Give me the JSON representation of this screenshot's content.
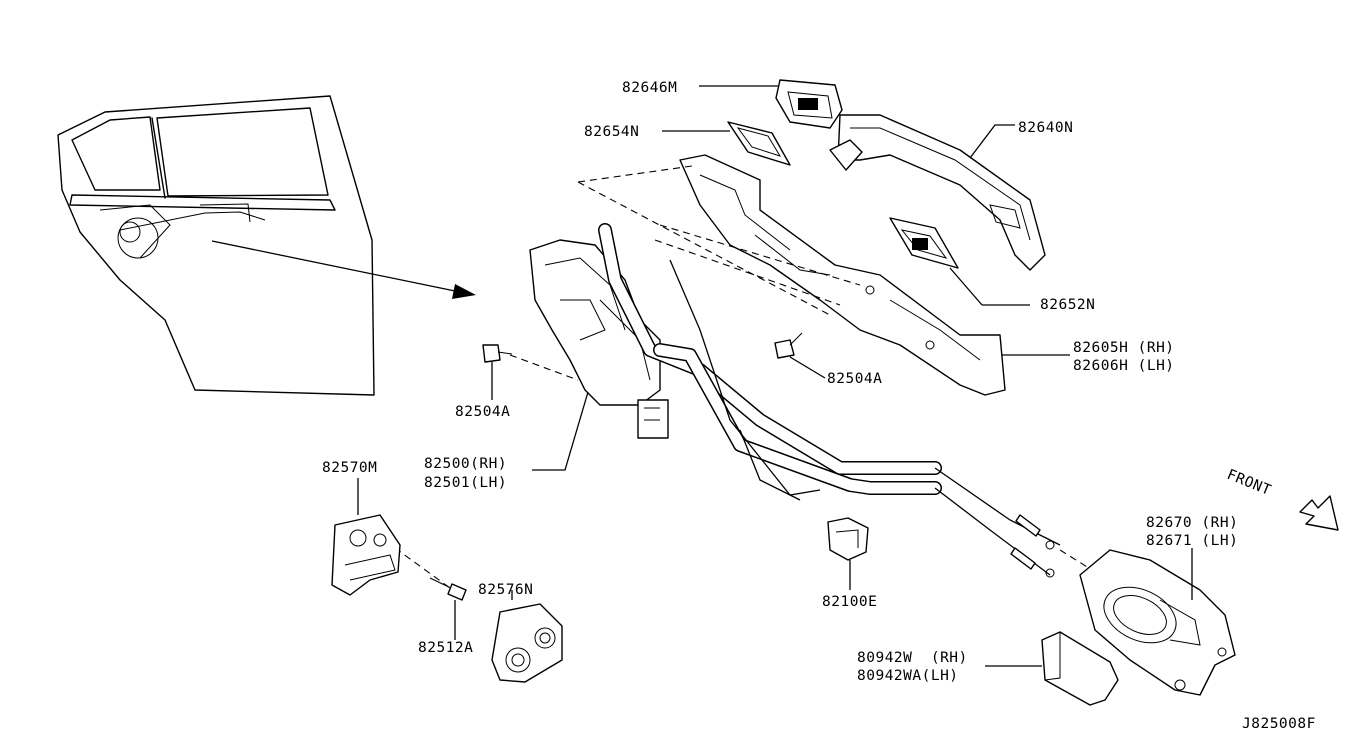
{
  "diagram": {
    "reference_code": "J825008F",
    "direction_label": "FRONT",
    "parts": {
      "outside_handle_escutcheon": "82646M",
      "handle_gasket_front": "82654N",
      "outside_handle_grip": "82640N",
      "handle_gasket_rear": "82652N",
      "handle_bracket_rh": "82605H (RH)",
      "handle_bracket_lh": "82606H (LH)",
      "screw_bracket": "82504A",
      "screw_lock": "82504A",
      "lock_assembly_rh": "82500(RH)",
      "lock_assembly_lh": "82501(LH)",
      "striker": "82570M",
      "striker_bolt": "82512A",
      "striker_shim": "82576N",
      "cable_clip": "82100E",
      "inside_handle_rh": "82670 (RH)",
      "inside_handle_lh": "82671 (LH)",
      "escutcheon_rh": "80942W  (RH)",
      "escutcheon_lh": "80942WA(LH)"
    }
  }
}
